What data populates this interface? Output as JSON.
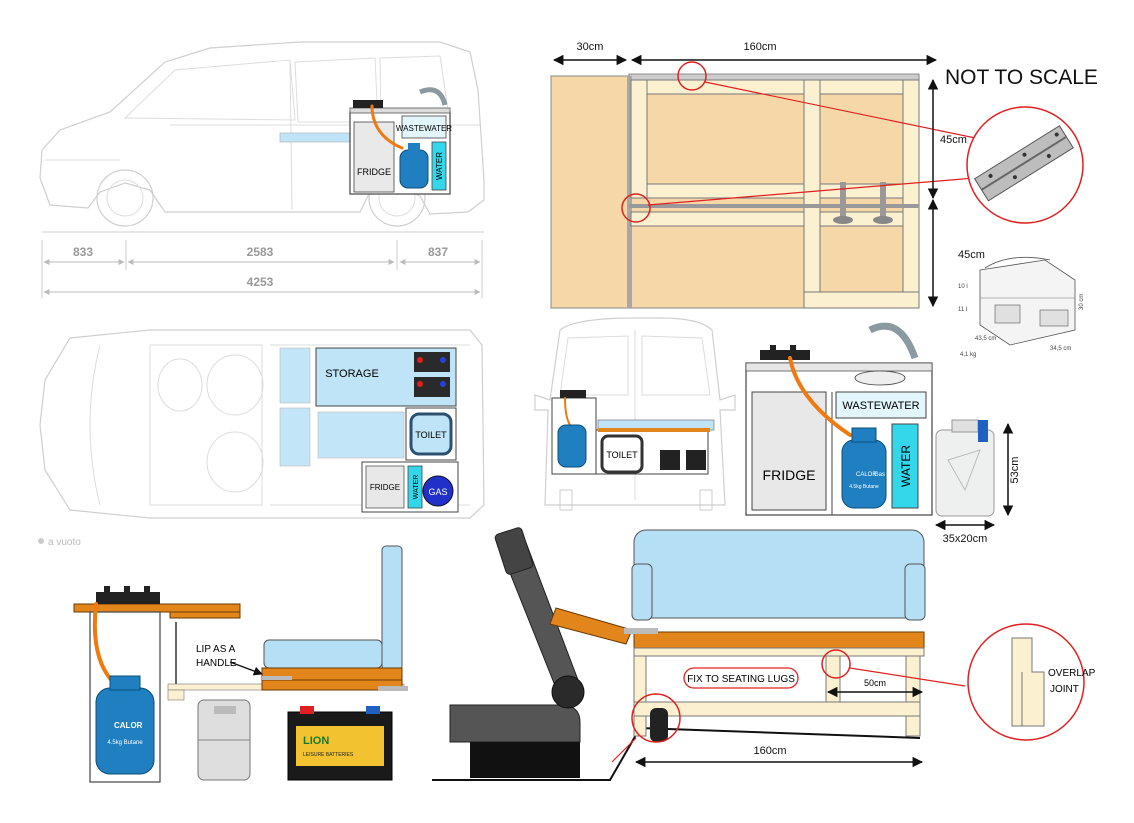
{
  "van_side": {
    "wastewater_label": "WASTEWATER",
    "fridge_label": "FRIDGE",
    "water_label": "WATER",
    "dim_front": "833",
    "dim_wheelbase": "2583",
    "dim_rear": "837",
    "dim_total": "4253"
  },
  "van_top": {
    "storage_label": "STORAGE",
    "toilet_label": "TOILET",
    "fridge_label": "FRIDGE",
    "water_label": "WATER",
    "gas_label": "GAS",
    "footnote": "a vuoto"
  },
  "bed_frame": {
    "dim_30": "30cm",
    "dim_160": "160cm",
    "dim_45a": "45cm",
    "dim_45b": "45cm",
    "not_to_scale": "NOT TO SCALE"
  },
  "toilet_spec": {
    "h10": "10 l",
    "h11": "11 l",
    "height": "30 cm",
    "depth": "43,5 cm",
    "width": "34,5 cm",
    "weight": "4,1 kg"
  },
  "rear_view": {
    "toilet_label": "TOILET"
  },
  "kitchen_unit": {
    "wastewater_label": "WASTEWATER",
    "fridge_label": "FRIDGE",
    "water_label": "WATER",
    "gas_brand": "CALOR",
    "gas_brand2": "Gas",
    "gas_text": "4.5kg Butane",
    "height_dim": "53cm",
    "container_dim": "35x20cm"
  },
  "lower_left": {
    "lip_label_1": "LIP AS A",
    "lip_label_2": "HANDLE",
    "calor_brand": "CALOR",
    "calor_text": "4.5kg Butane",
    "battery_brand": "LION",
    "battery_sub": "LEISURE BATTERIES"
  },
  "lower_right": {
    "fix_label": "FIX TO SEATING LUGS",
    "dim_50": "50cm",
    "dim_160": "160cm",
    "overlap_1": "OVERLAP",
    "overlap_2": "JOINT"
  }
}
